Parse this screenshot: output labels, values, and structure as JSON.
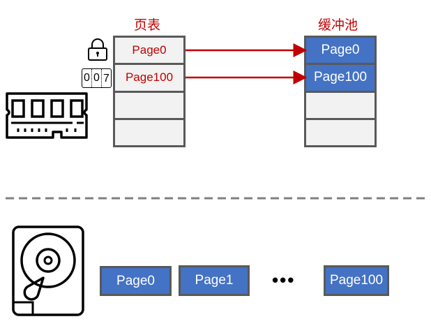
{
  "page_table": {
    "title": "页表",
    "rows": [
      "Page0",
      "Page100",
      "",
      ""
    ]
  },
  "buffer_pool": {
    "title": "缓冲池",
    "rows": [
      "Page0",
      "Page100",
      "",
      ""
    ]
  },
  "counter_digits": "007",
  "disk": {
    "pages": [
      "Page0",
      "Page1",
      "Page100"
    ],
    "ellipsis": "•••"
  },
  "colors": {
    "accent_red": "#c00000",
    "page_blue": "#4472c4",
    "border": "#595959"
  }
}
